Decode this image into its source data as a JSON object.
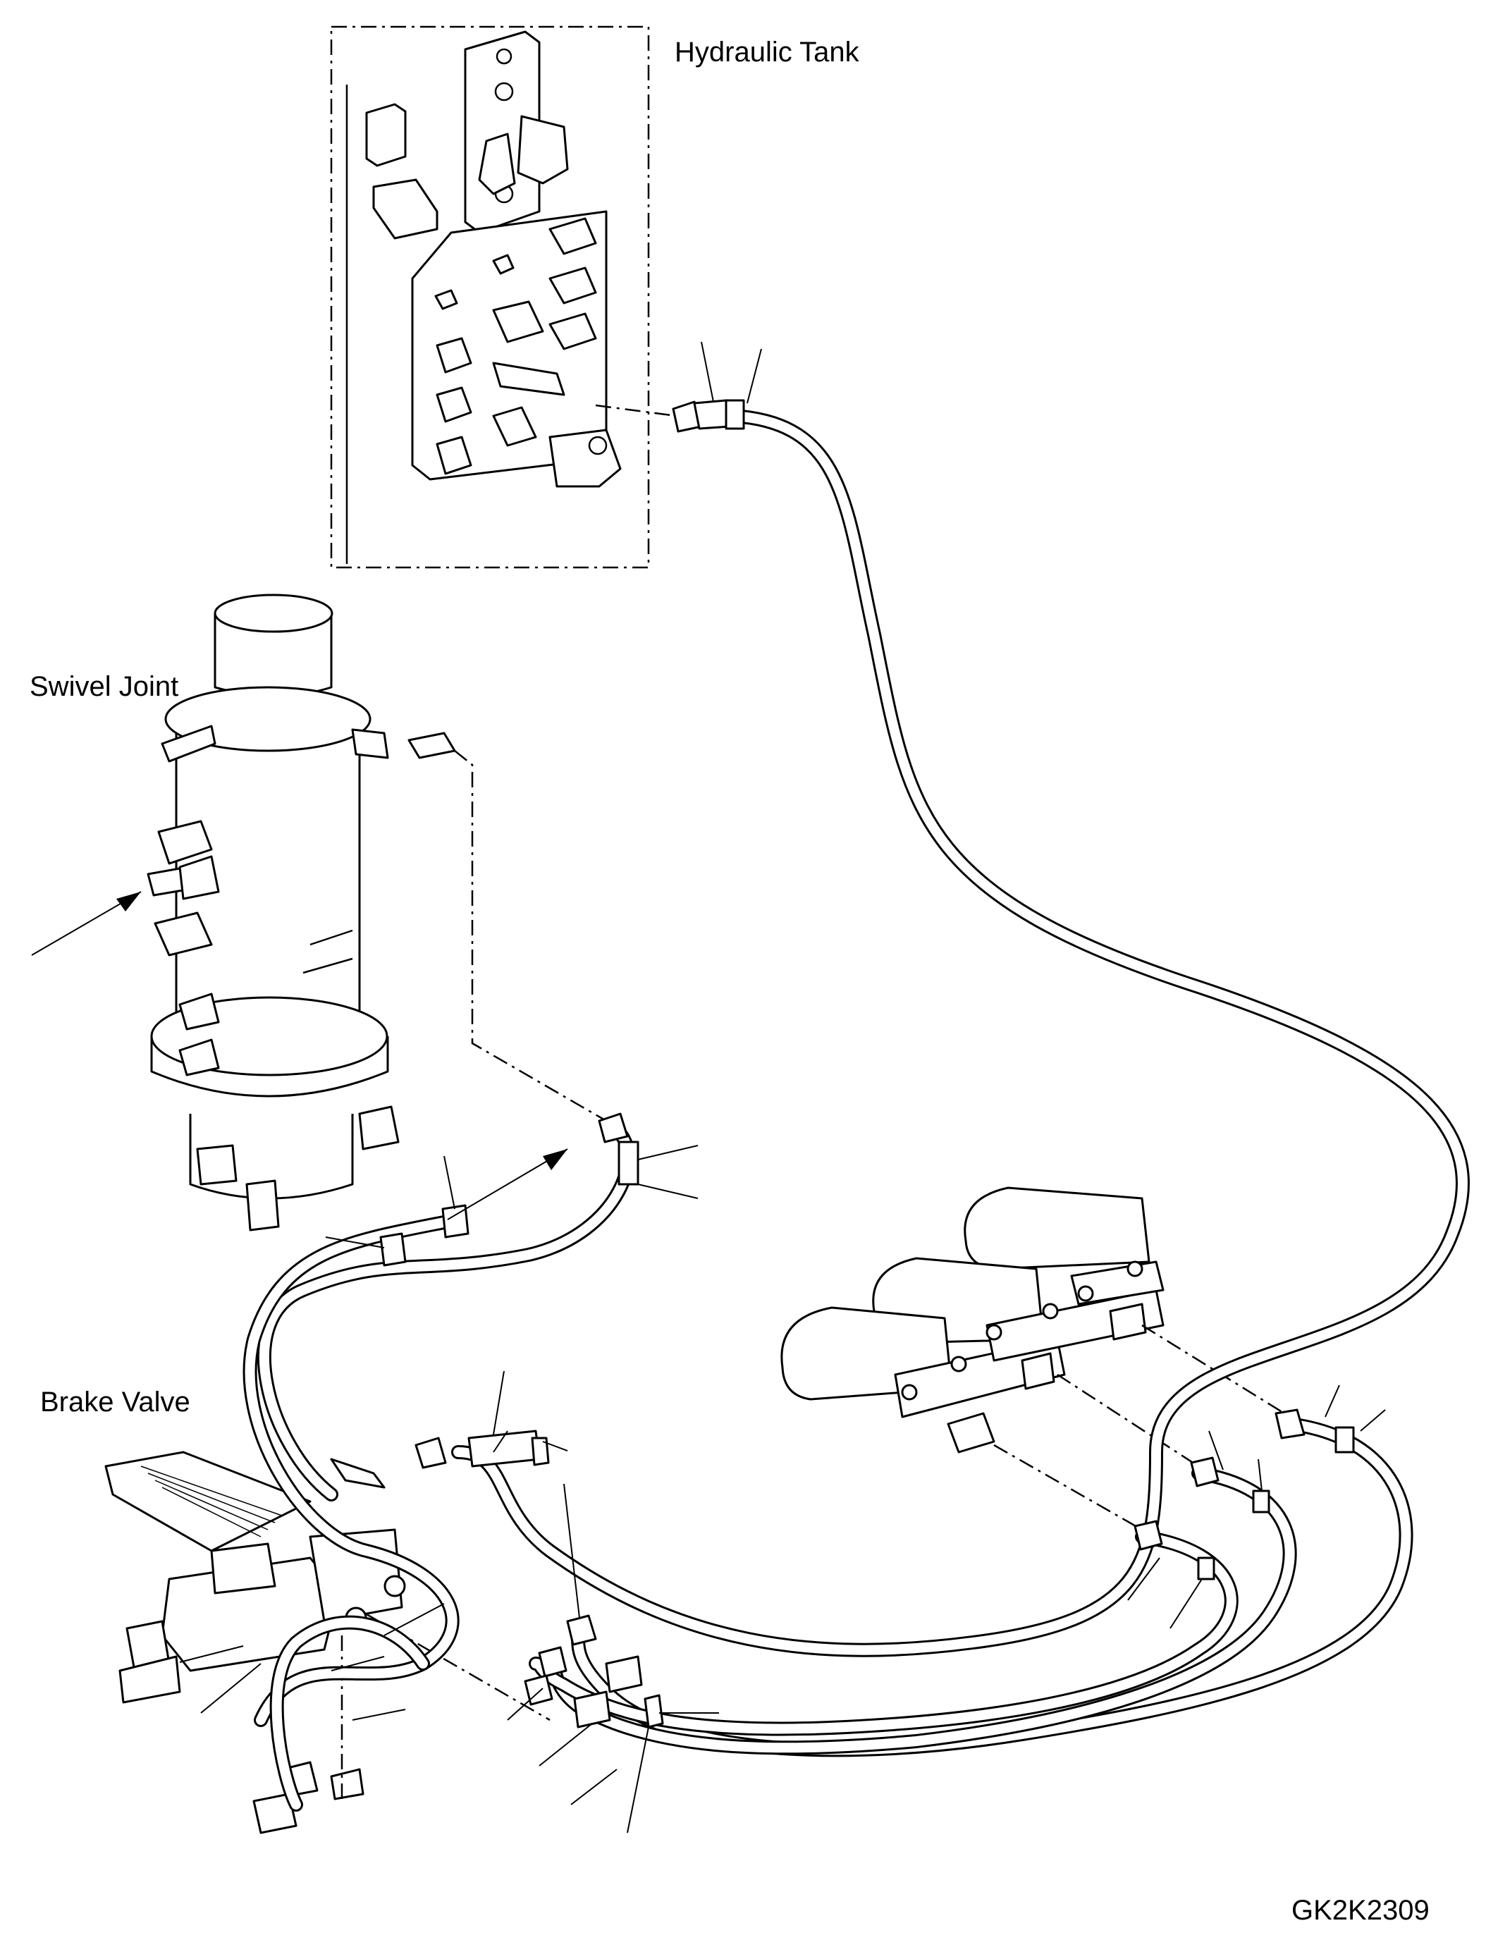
{
  "labels": {
    "hydraulic_tank": "Hydraulic Tank",
    "swivel_joint": "Swivel Joint",
    "brake_valve": "Brake Valve",
    "figure_code": "GK2K2309"
  }
}
